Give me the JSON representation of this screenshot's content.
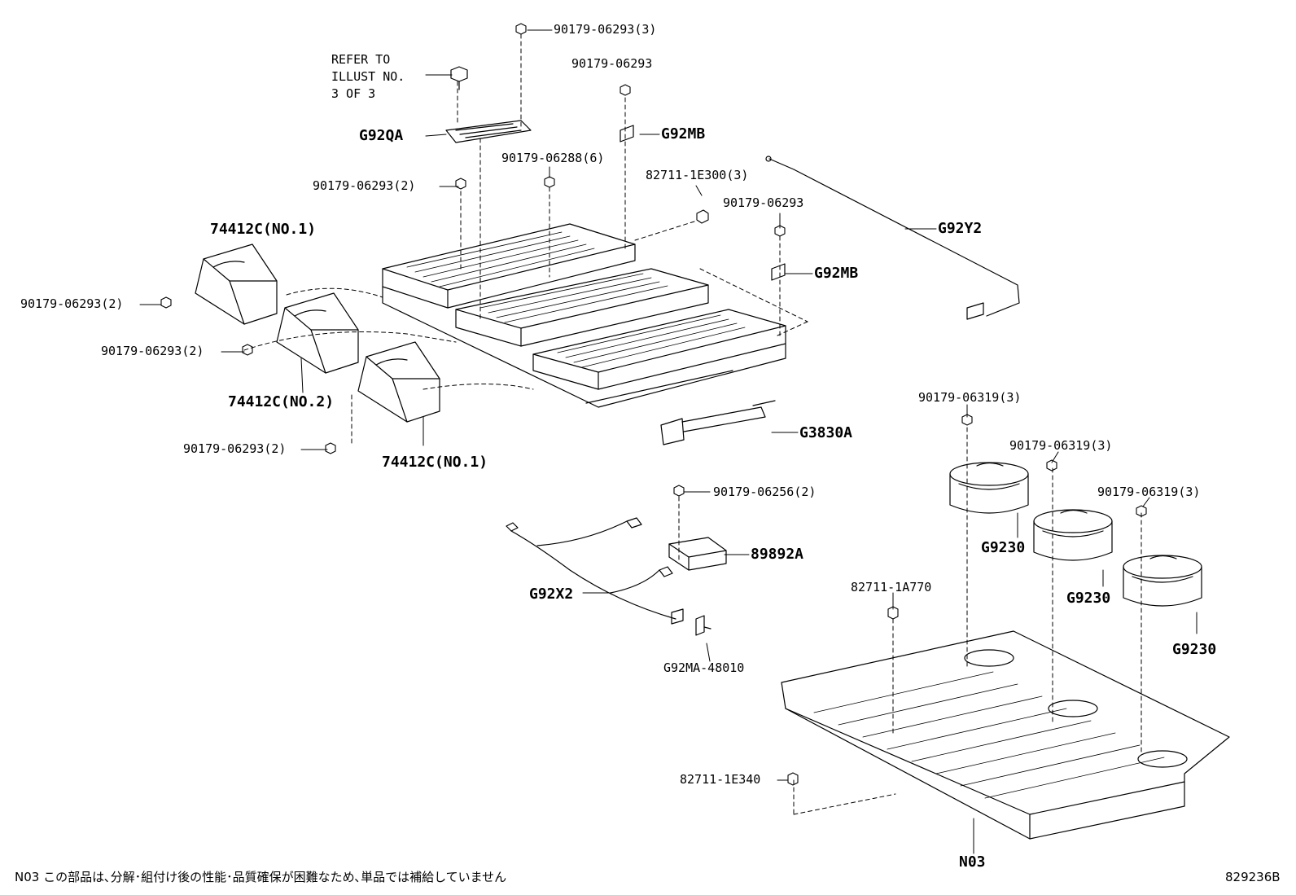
{
  "diagram": {
    "note_lines": [
      "REFER TO",
      "ILLUST NO.",
      "3 OF 3"
    ],
    "labels": {
      "top_nut_3": "90179-06293(3)",
      "nut_upper_mid": "90179-06293",
      "g92mb_1": "G92MB",
      "g92qa": "G92QA",
      "nut_6288": "90179-06288(6)",
      "clip_1e300": "82711-1E300(3)",
      "nut_left_2": "90179-06293(2)",
      "nut_right": "90179-06293",
      "g92mb_2": "G92MB",
      "g92y2": "G92Y2",
      "cover_no1_top": "74412C(NO.1)",
      "nut_cover1": "90179-06293(2)",
      "nut_cover2": "90179-06293(2)",
      "cover_no2": "74412C(NO.2)",
      "nut_cover3": "90179-06293(2)",
      "cover_no1_bottom": "74412C(NO.1)",
      "g3830a": "G3830A",
      "nut_6256": "90179-06256(2)",
      "ecu_89892a": "89892A",
      "g92x2": "G92X2",
      "bracket_g92ma": "G92MA-48010",
      "nut_6319_a": "90179-06319(3)",
      "nut_6319_b": "90179-06319(3)",
      "nut_6319_c": "90179-06319(3)",
      "blower_1": "G9230",
      "blower_2": "G9230",
      "blower_3": "G9230",
      "clip_1a770": "82711-1A770",
      "clip_1e340": "82711-1E340",
      "tray_n03": "N03"
    },
    "footer_note": "N03 この部品は､分解･組付け後の性能･品質確保が困難なため､単品では補給していません",
    "illustration_id": "829236B"
  }
}
